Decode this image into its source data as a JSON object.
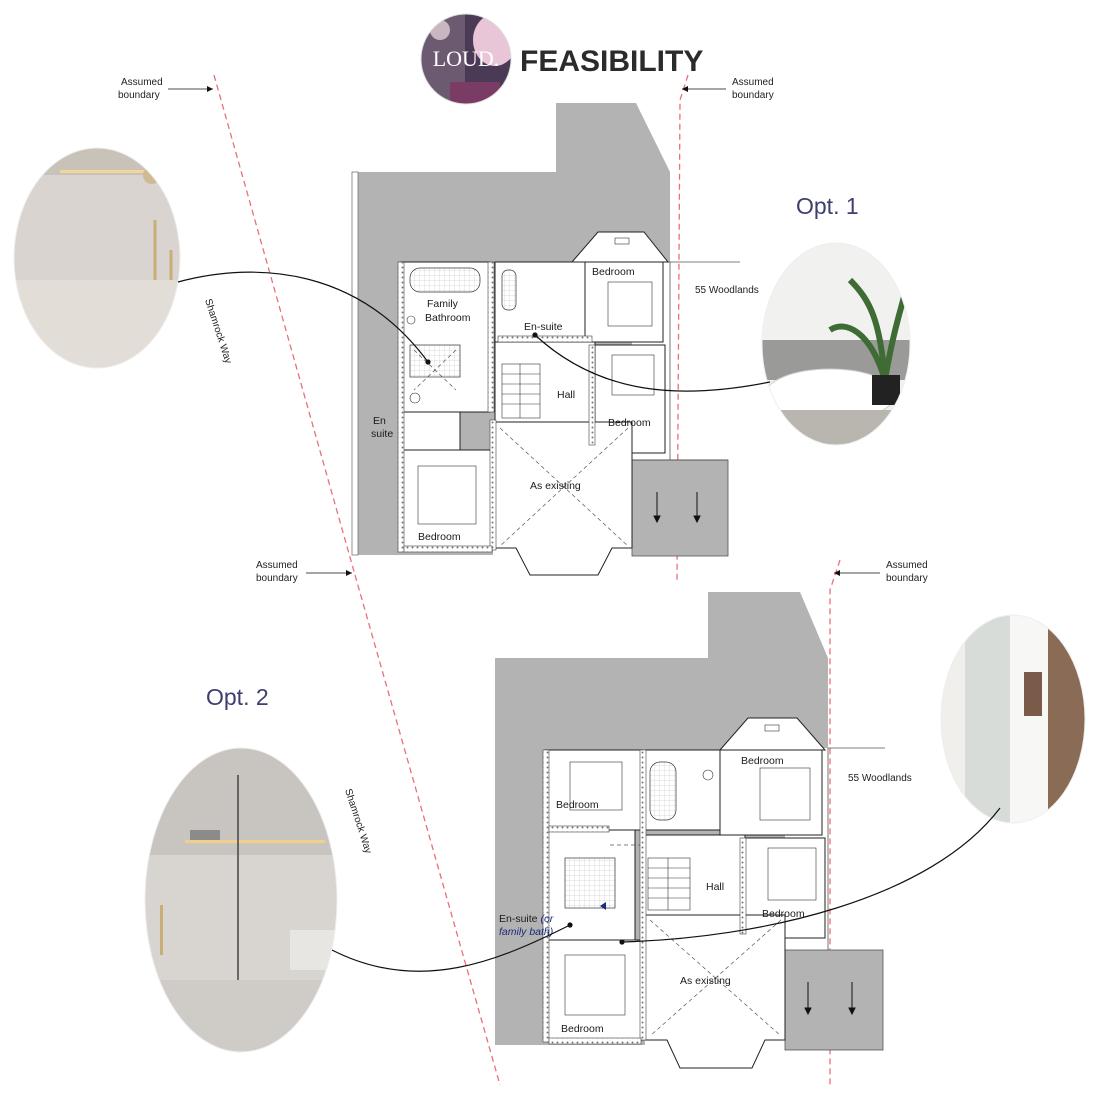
{
  "header": {
    "logo_text": "LOUD.",
    "title": "FEASIBILITY"
  },
  "labels": {
    "assumed_boundary_line1": "Assumed",
    "assumed_boundary_line2": "boundary",
    "street": "Shamrock Way",
    "neighbour": "55 Woodlands",
    "opt1": "Opt. 1",
    "opt2": "Opt. 2"
  },
  "plan1": {
    "family_bathroom_line1": "Family",
    "family_bathroom_line2": "Bathroom",
    "ensuite": "En-suite",
    "bedroom_top": "Bedroom",
    "hall": "Hall",
    "bedroom_right": "Bedroom",
    "en_suite_left_line1": "En",
    "en_suite_left_line2": "suite",
    "as_existing": "As existing",
    "bedroom_bottom": "Bedroom"
  },
  "plan2": {
    "bedroom_topleft": "Bedroom",
    "bedroom_top": "Bedroom",
    "hall": "Hall",
    "bedroom_right": "Bedroom",
    "ensuite": "En-suite",
    "ensuite_note_1": "(or",
    "ensuite_note_2": "family bath)",
    "as_existing": "As existing",
    "bedroom_bottom": "Bedroom"
  },
  "colors": {
    "plan_grey": "#b3b3b3",
    "boundary_red": "#e8707a",
    "option_blue": "#3e3f6e"
  }
}
